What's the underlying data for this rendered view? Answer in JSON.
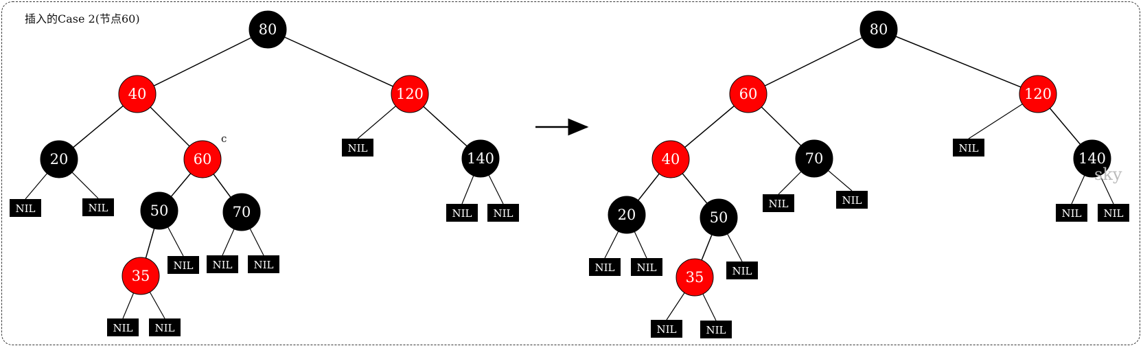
{
  "title": "插入的Case 2(节点60)",
  "watermark": "sky",
  "annotation_c": "c",
  "colors": {
    "red": "#ff0000",
    "black": "#000000",
    "nil": "#000000"
  },
  "before_tree": {
    "root": "80",
    "nodes": [
      {
        "key": "80",
        "color": "black"
      },
      {
        "key": "40",
        "color": "red"
      },
      {
        "key": "120",
        "color": "red"
      },
      {
        "key": "20",
        "color": "black"
      },
      {
        "key": "60",
        "color": "red"
      },
      {
        "key": "140",
        "color": "black"
      },
      {
        "key": "50",
        "color": "black"
      },
      {
        "key": "70",
        "color": "black"
      },
      {
        "key": "35",
        "color": "red"
      }
    ],
    "nil_label": "NIL"
  },
  "after_tree": {
    "root": "80",
    "nodes": [
      {
        "key": "80",
        "color": "black"
      },
      {
        "key": "60",
        "color": "red"
      },
      {
        "key": "120",
        "color": "red"
      },
      {
        "key": "40",
        "color": "red"
      },
      {
        "key": "70",
        "color": "black"
      },
      {
        "key": "140",
        "color": "black"
      },
      {
        "key": "20",
        "color": "black"
      },
      {
        "key": "50",
        "color": "black"
      },
      {
        "key": "35",
        "color": "red"
      }
    ],
    "nil_label": "NIL"
  }
}
